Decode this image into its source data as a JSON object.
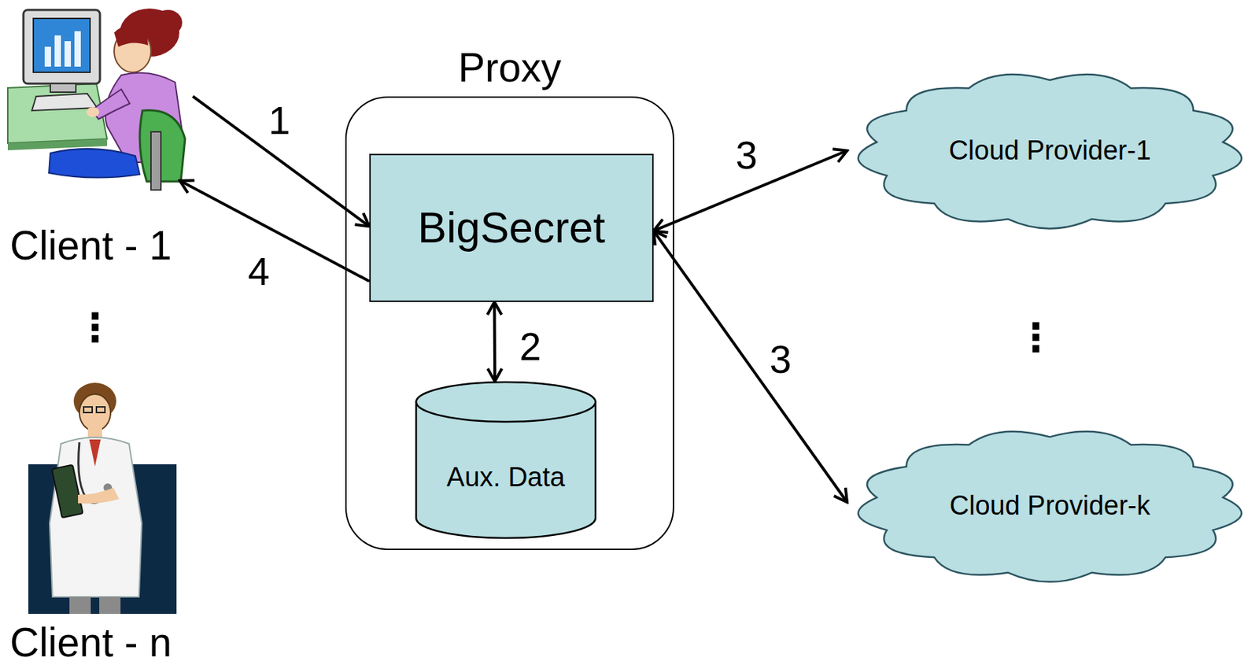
{
  "diagram": {
    "nodes": [
      {
        "text": [
          "Client - 1"
        ]
      },
      {
        "text": [
          "Client - n"
        ]
      },
      {
        "text": [
          "Proxy"
        ]
      },
      {
        "text": [
          "BigSecret"
        ],
        "in": 2
      },
      {
        "text": [
          "Aux. Data"
        ],
        "in": 2
      },
      {
        "text": [
          "Cloud Provider-1"
        ]
      },
      {
        "text": [
          "Cloud Provider-k"
        ]
      }
    ],
    "edges": [
      {
        "from": 0,
        "to": 3,
        "label": "1",
        "arrow": "to"
      },
      {
        "from": 3,
        "to": 0,
        "label": "4",
        "arrow": "to"
      },
      {
        "from": 3,
        "to": 4,
        "label": "2",
        "arrow": "both"
      },
      {
        "from": 3,
        "to": 5,
        "label": "3",
        "arrow": "both"
      },
      {
        "from": 3,
        "to": 6,
        "label": "3",
        "arrow": "both"
      }
    ],
    "labels": [
      "⋮",
      "⋮"
    ]
  }
}
